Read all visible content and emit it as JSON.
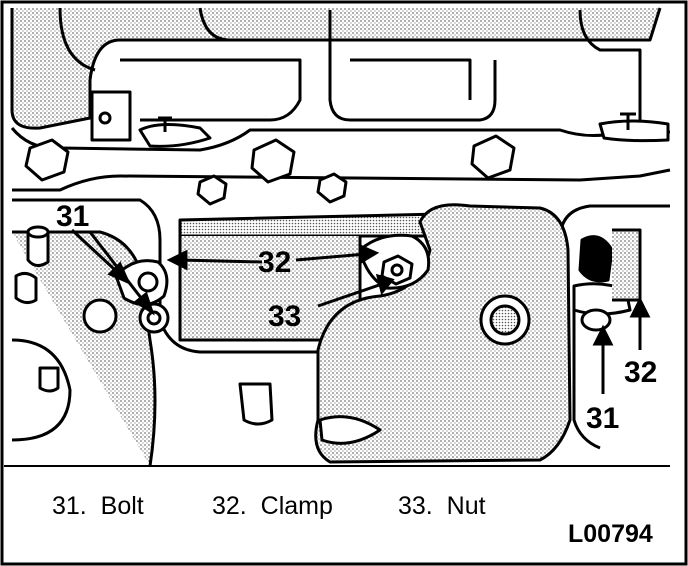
{
  "callouts": {
    "bolt_left": "31",
    "clamp_center": "32",
    "nut_center": "33",
    "clamp_right": "32",
    "bolt_right": "31"
  },
  "legend": [
    {
      "number": "31.",
      "label": "Bolt"
    },
    {
      "number": "32.",
      "label": "Clamp"
    },
    {
      "number": "33.",
      "label": "Nut"
    }
  ],
  "figure_id": "L00794",
  "colors": {
    "ink": "#000000",
    "paper": "#ffffff",
    "stipple": "#8a8a8a"
  }
}
